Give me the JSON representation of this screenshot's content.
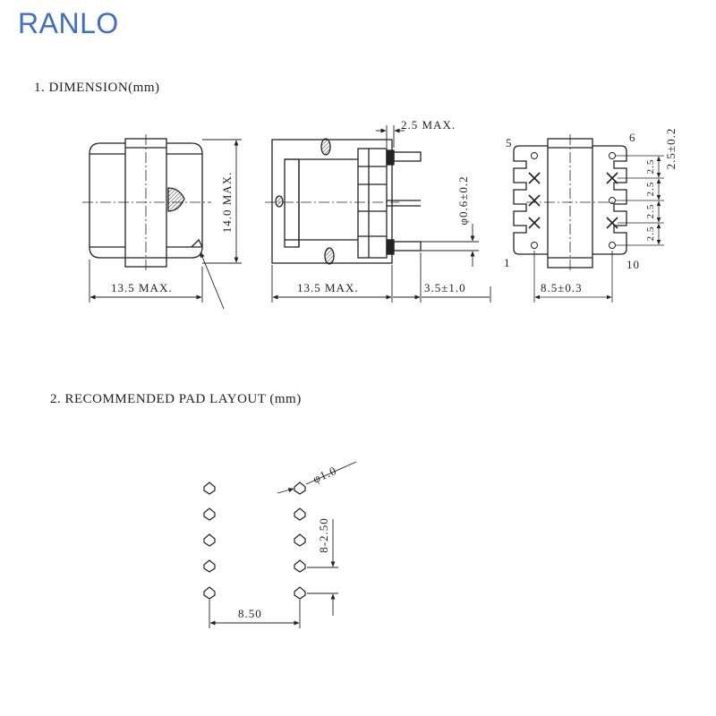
{
  "brand": "RANLO",
  "sections": {
    "dimension_title": "1. DIMENSION(mm)",
    "pad_layout_title": "2. RECOMMENDED PAD LAYOUT (mm)"
  },
  "dimension_labels": {
    "width_front": "13.5 MAX.",
    "height_front": "14.0 MAX.",
    "width_side": "13.5 MAX.",
    "pin_thickness": "2.5 MAX.",
    "pin_diameter": "φ0.6±0.2",
    "pin_length": "3.5±1.0",
    "pin_row_spacing": "8.5±0.3",
    "pin_pitch_top": "2.5±0.2",
    "pin_pitch_1": "2.5",
    "pin_pitch_2": "2.5",
    "pin_pitch_3": "2.5",
    "pin_pitch_4": "2.5"
  },
  "pin_numbers": {
    "top_left": "5",
    "top_right": "6",
    "bottom_left": "1",
    "bottom_right": "10"
  },
  "pad_labels": {
    "hole_diameter": "φ1.0",
    "pitch": "8-2.50",
    "row_spacing": "8.50"
  }
}
